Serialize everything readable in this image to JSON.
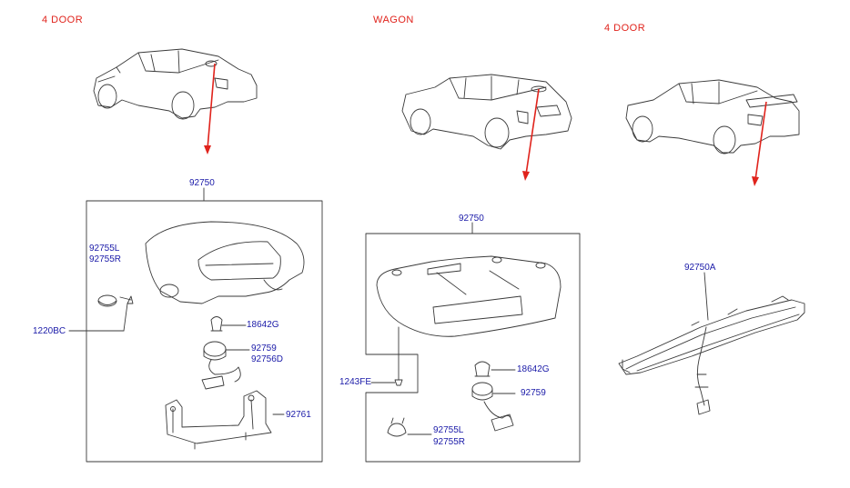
{
  "colors": {
    "header": "#e0231c",
    "part_number": "#1a1aa8",
    "arrow": "#e0231c",
    "line": "#3a3a3a"
  },
  "headers": {
    "left": "4 DOOR",
    "middle": "WAGON",
    "right": "4 DOOR"
  },
  "left_panel": {
    "assembly": "92750",
    "parts": {
      "grommet_l": "92755L",
      "grommet_r": "92755R",
      "screw": "1220BC",
      "bulb": "18642G",
      "socket": "92759",
      "wiring": "92756D",
      "bracket": "92761"
    }
  },
  "middle_panel": {
    "assembly": "92750",
    "parts": {
      "fastener": "1243FE",
      "bulb": "18642G",
      "socket": "92759",
      "grommet_l": "92755L",
      "grommet_r": "92755R"
    }
  },
  "right_panel": {
    "assembly": "92750A"
  }
}
